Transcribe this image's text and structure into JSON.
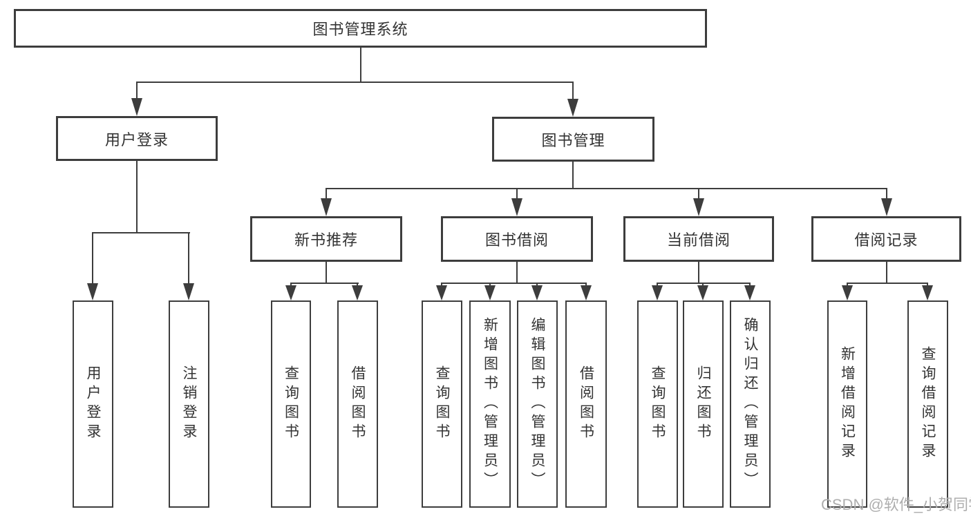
{
  "diagram": {
    "title": "图书管理系统",
    "level2": [
      "用户登录",
      "图书管理"
    ],
    "level3": [
      "新书推荐",
      "图书借阅",
      "当前借阅",
      "借阅记录"
    ],
    "leaves": {
      "group1": [
        "用户登录",
        "注销登录"
      ],
      "group2": [
        "查询图书",
        "借阅图书"
      ],
      "group3": [
        "查询图书",
        "新增图书（管理员）",
        "编辑图书（管理员）",
        "借阅图书"
      ],
      "group4": [
        "查询图书",
        "归还图书",
        "确认归还（管理员）"
      ],
      "group5": [
        "新增借阅记录",
        "查询借阅记录"
      ]
    },
    "colors": {
      "line": "#3d3d3d",
      "text": "#333333",
      "watermark": "#aeaeae"
    },
    "watermark": "CSDN @软件_小贺同学"
  }
}
